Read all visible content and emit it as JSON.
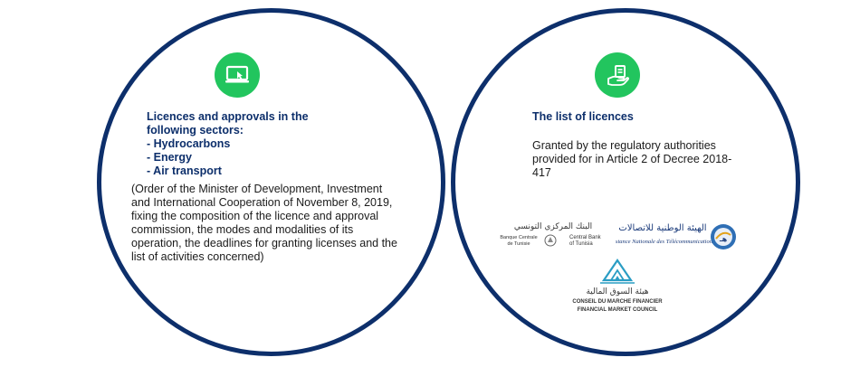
{
  "left_card": {
    "icon": "laptop-cursor-icon",
    "heading_lines": [
      "Licences and approvals in the",
      "following sectors:",
      "- Hydrocarbons",
      "- Energy",
      "- Air transport"
    ],
    "body": "(Order of the Minister of Development, Investment and International Cooperation of November 8, 2019, fixing the composition of the licence and approval commission, the modes and modalities of its operation, the deadlines for granting licenses and the list of activities concerned)"
  },
  "right_card": {
    "icon": "hand-document-icon",
    "heading": "The list of licences",
    "body": "Granted by the regulatory authorities provided for in Article 2 of Decree 2018-417",
    "logos": {
      "bct_arabic": "البنك المركزي التونسي",
      "bct_fr": "Banque Centrale de Tunisie",
      "bct_en": "Central Bank of Tunisia",
      "inst_arabic": "الهيئة الوطنية للاتصالات",
      "inst_fr": "Instance Nationale des Télécommunications",
      "cmf_arabic": "هيئة السوق المالية",
      "cmf_fr": "CONSEIL DU MARCHE FINANCIER",
      "cmf_en": "FINANCIAL MARKET COUNCIL"
    }
  },
  "colors": {
    "border": "#0d2f6b",
    "accent": "#22c55e",
    "heading": "#0d2f6b",
    "text": "#1b1b1b"
  }
}
